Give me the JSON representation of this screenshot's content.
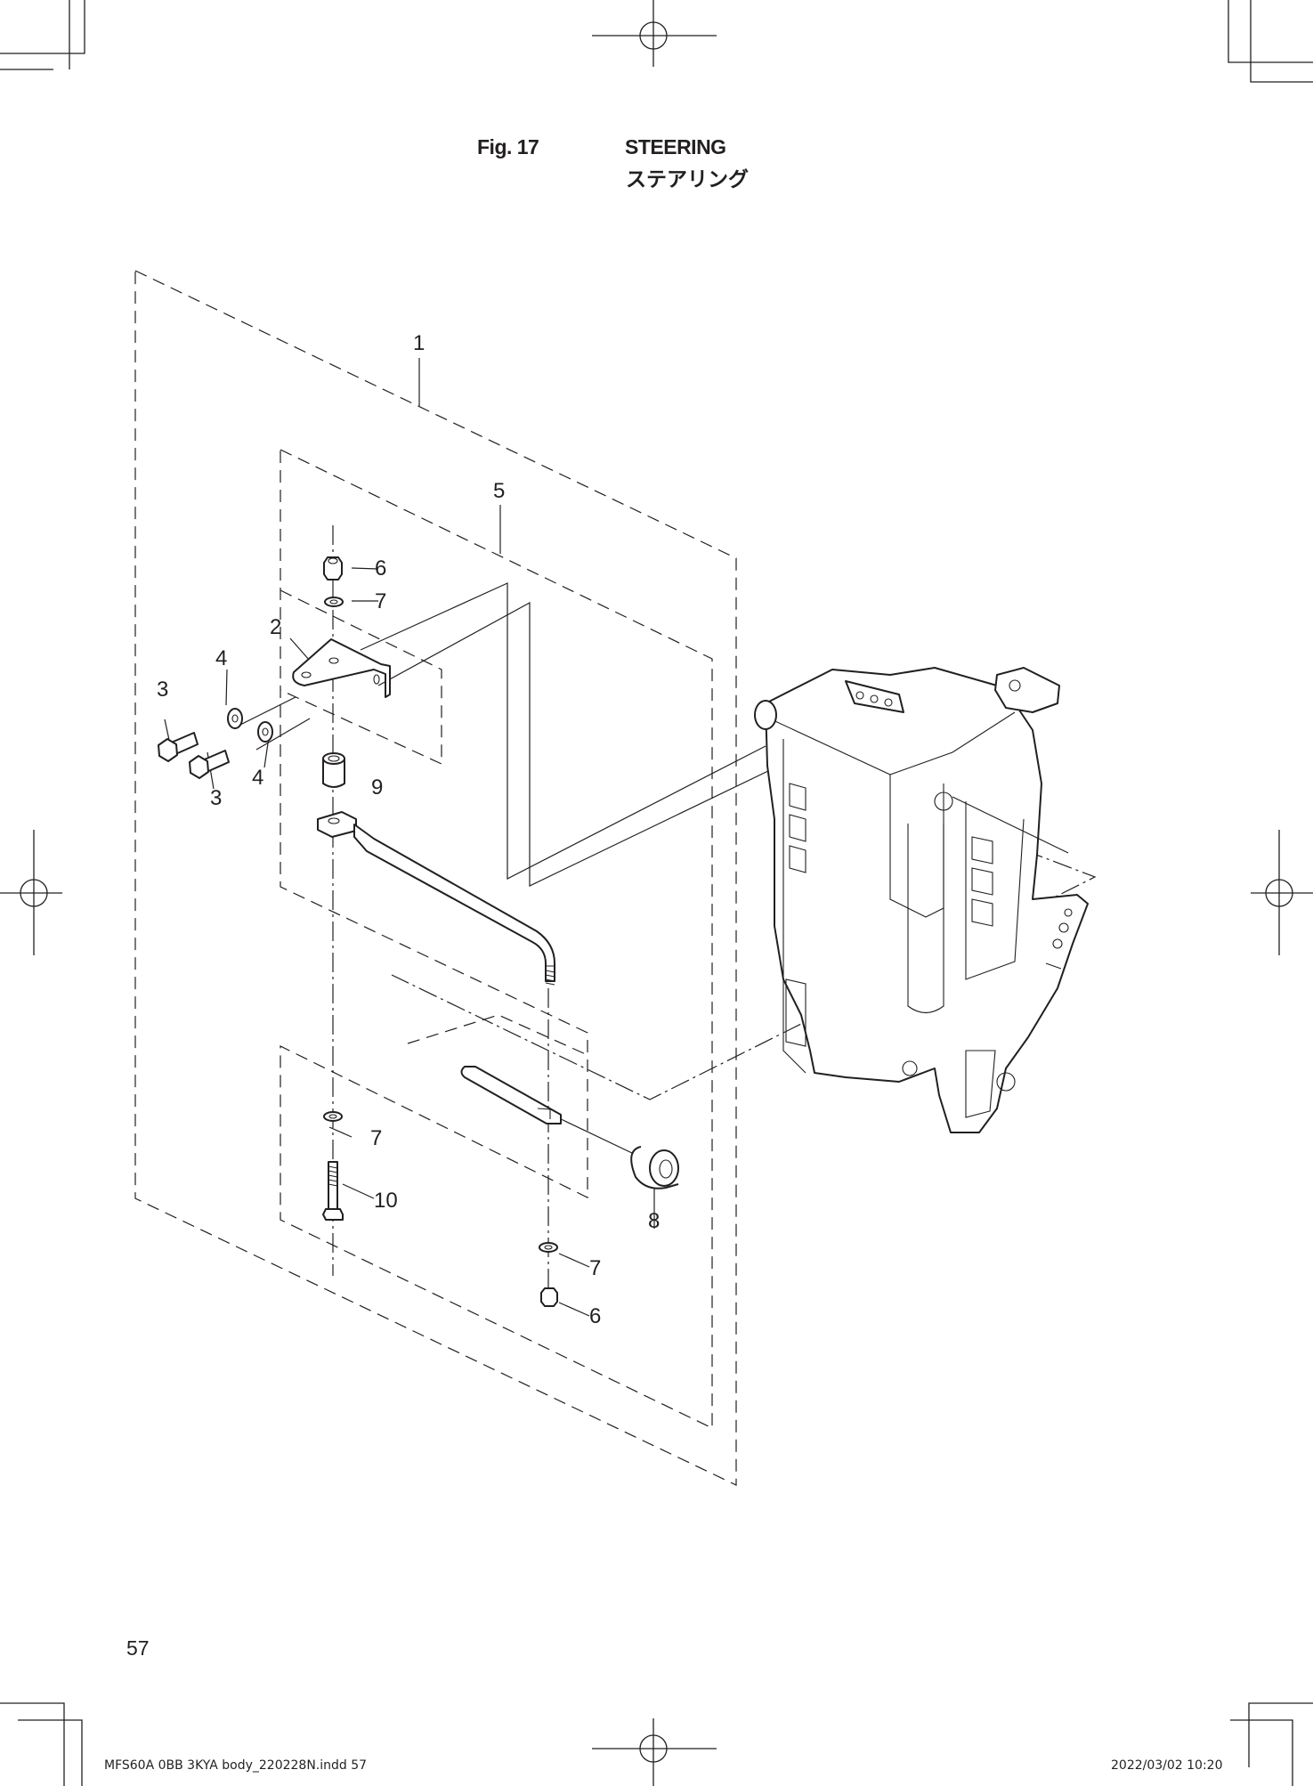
{
  "figure": {
    "number": "Fig. 17",
    "title": "STEERING",
    "title_jp": "ステアリング"
  },
  "callouts": [
    {
      "id": "c1",
      "label": "1",
      "part": "steering assembly (outer group)"
    },
    {
      "id": "c5",
      "label": "5",
      "part": "steering link sub-assembly (inner group)"
    },
    {
      "id": "c6a",
      "label": "6",
      "part": "nut"
    },
    {
      "id": "c7a",
      "label": "7",
      "part": "washer"
    },
    {
      "id": "c2",
      "label": "2",
      "part": "bracket"
    },
    {
      "id": "c4a",
      "label": "4",
      "part": "washer"
    },
    {
      "id": "c3a",
      "label": "3",
      "part": "bolt"
    },
    {
      "id": "c3b",
      "label": "3",
      "part": "bolt"
    },
    {
      "id": "c4b",
      "label": "4",
      "part": "washer"
    },
    {
      "id": "c9",
      "label": "9",
      "part": "collar"
    },
    {
      "id": "c7b",
      "label": "7",
      "part": "washer"
    },
    {
      "id": "c10",
      "label": "10",
      "part": "bolt"
    },
    {
      "id": "c8",
      "label": "8",
      "part": "cap"
    },
    {
      "id": "c7c",
      "label": "7",
      "part": "washer"
    },
    {
      "id": "c6b",
      "label": "6",
      "part": "nut"
    }
  ],
  "footer": {
    "page_number": "57",
    "slug_file": "MFS60A 0BB 3KYA body_220228N.indd   57",
    "slug_date": "2022/03/02   10:20"
  }
}
